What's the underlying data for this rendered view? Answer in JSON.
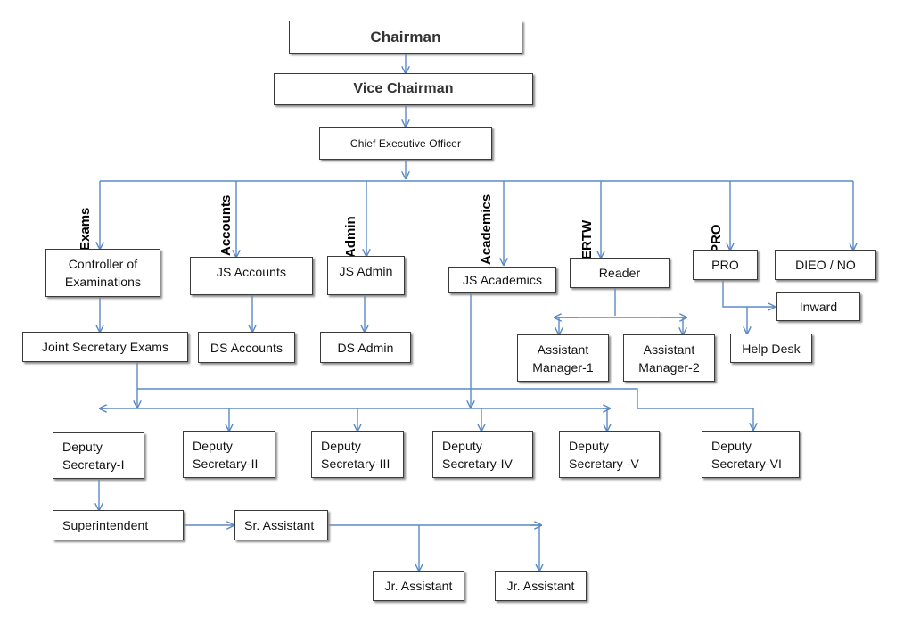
{
  "colors": {
    "connector": "#5b8ac6",
    "box_border": "#3a3a3a",
    "text": "#111111"
  },
  "labels": {
    "exams": "Exams",
    "accounts": "Accounts",
    "admin": "Admin",
    "academics": "Academics",
    "ertw": "ERTW",
    "pro": "PRO"
  },
  "nodes": {
    "chairman": "Chairman",
    "vice_chairman": "Vice Chairman",
    "ceo": "Chief Executive Officer",
    "controller_exams": "Controller of\nExaminations",
    "js_accounts": "JS Accounts",
    "js_admin": "JS Admin",
    "js_academics": "JS Academics",
    "reader": "Reader",
    "pro": "PRO",
    "dieo_no": "DIEO / NO",
    "inward": "Inward",
    "help_desk": "Help Desk",
    "joint_secretary_exams": "Joint Secretary Exams",
    "ds_accounts": "DS Accounts",
    "ds_admin": "DS Admin",
    "assistant_manager_1": "Assistant\nManager-1",
    "assistant_manager_2": "Assistant\nManager-2",
    "deputy_secretary_1": "Deputy\nSecretary-I",
    "deputy_secretary_2": "Deputy\nSecretary-II",
    "deputy_secretary_3": "Deputy\nSecretary-III",
    "deputy_secretary_4": "Deputy\nSecretary-IV",
    "deputy_secretary_5": "Deputy\nSecretary -V",
    "deputy_secretary_6": "Deputy\nSecretary-VI",
    "superintendent": "Superintendent",
    "sr_assistant": "Sr. Assistant",
    "jr_assistant_1": "Jr. Assistant",
    "jr_assistant_2": "Jr. Assistant"
  }
}
